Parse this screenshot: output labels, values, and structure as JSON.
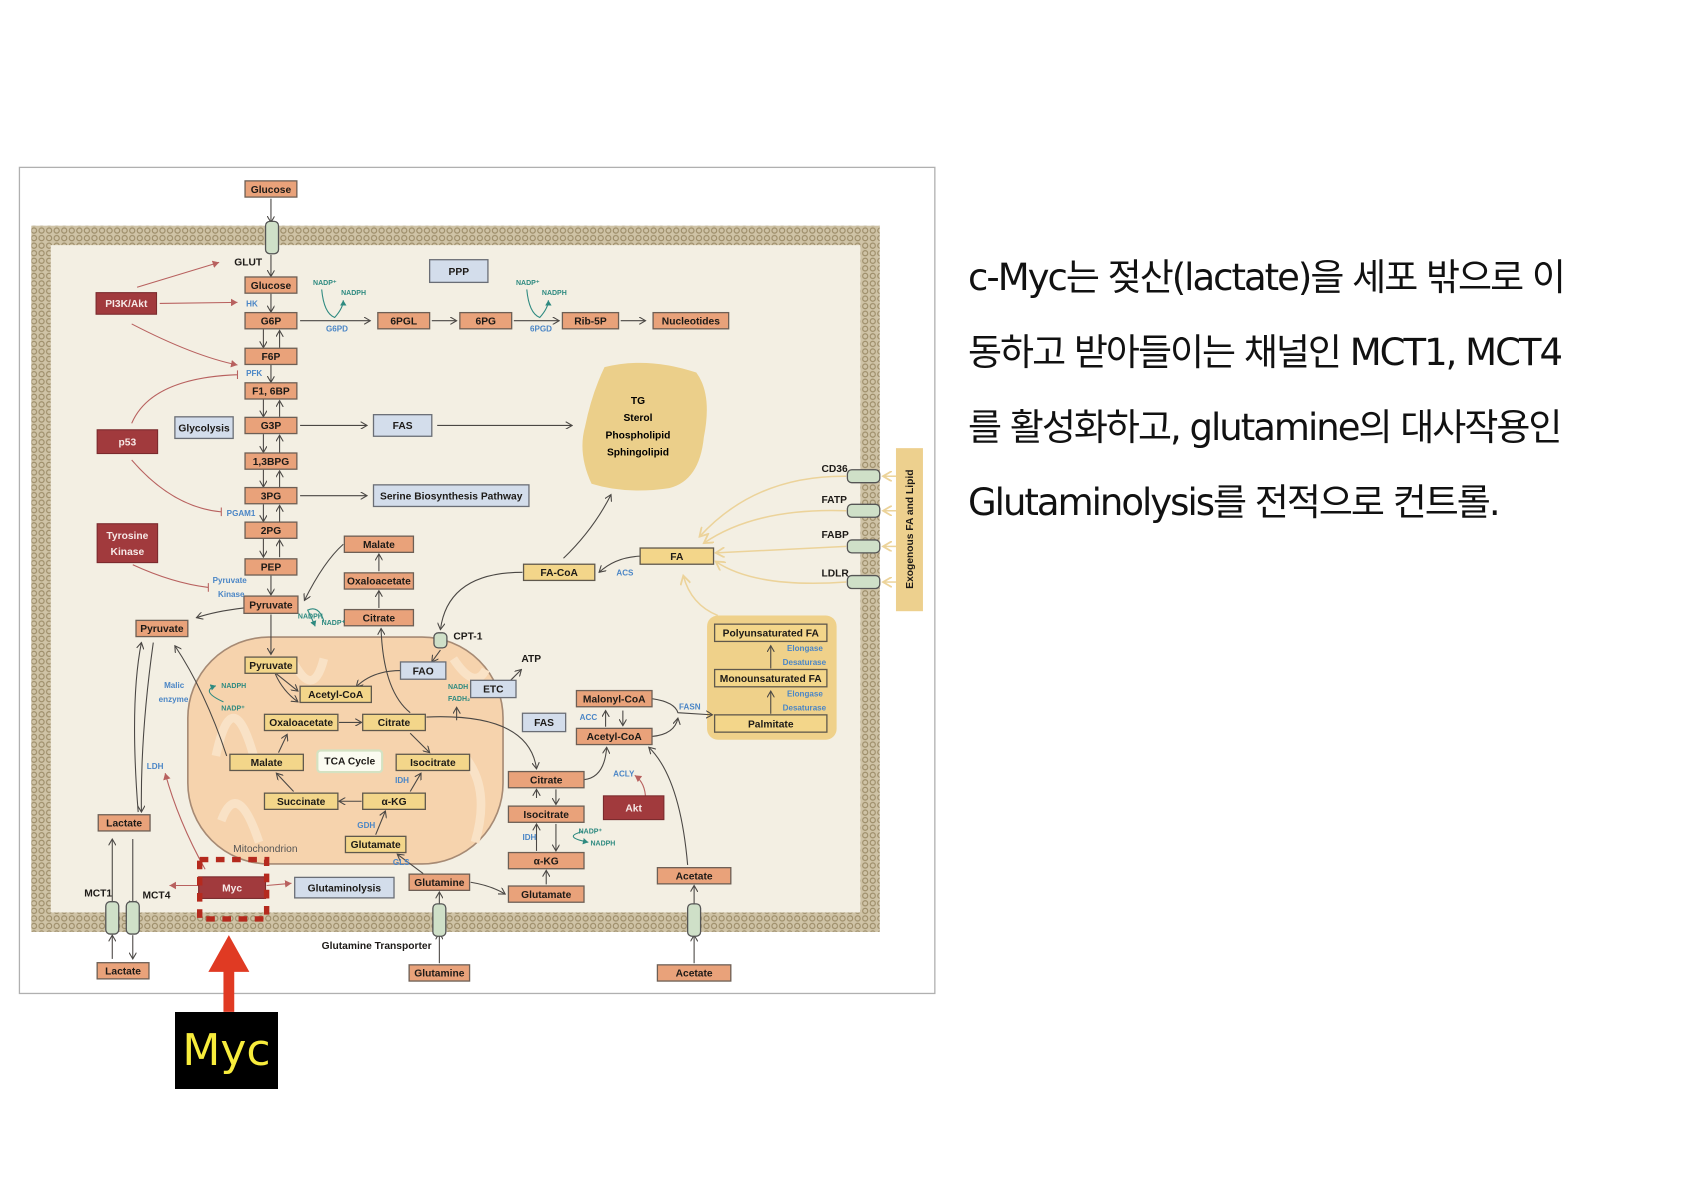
{
  "nodes": {
    "glucose_out": "Glucose",
    "glucose_in": "Glucose",
    "g6p": "G6P",
    "f6p": "F6P",
    "f16bp": "F1, 6BP",
    "g3p": "G3P",
    "bpg13": "1,3BPG",
    "pg3": "3PG",
    "pg2": "2PG",
    "pep": "PEP",
    "pyruvate_cyto": "Pyruvate",
    "pgl6": "6PGL",
    "pg6": "6PG",
    "rib5p": "Rib-5P",
    "nucleotides": "Nucleotides",
    "malate_cyto": "Malate",
    "oaa_cyto": "Oxaloacetate",
    "citrate_cyto": "Citrate",
    "pyruvate_left": "Pyruvate",
    "lactate_in": "Lactate",
    "lactate_out": "Lactate",
    "glutamine_in": "Glutamine",
    "glutamine_out": "Glutamine",
    "glutamate_cyto": "Glutamate",
    "akg_cyto": "α-KG",
    "isocitrate_cyto": "Isocitrate",
    "citrate_cyto2": "Citrate",
    "malonyl_coa": "Malonyl-CoA",
    "acetyl_coa_cyto": "Acetyl-CoA",
    "acetate_in": "Acetate",
    "acetate_out": "Acetate",
    "pyruvate_mito": "Pyruvate",
    "acetyl_coa_mito": "Acetyl-CoA",
    "oaa_mito": "Oxaloacetate",
    "citrate_mito": "Citrate",
    "malate_mito": "Malate",
    "isocitrate_mito": "Isocitrate",
    "succinate_mito": "Succinate",
    "akg_mito": "α-KG",
    "glutamate_mito": "Glutamate",
    "fa_coa": "FA-CoA",
    "fa": "FA",
    "pufa": "Polyunsaturated FA",
    "mufa": "Monounsaturated FA",
    "palmitate": "Palmitate"
  },
  "pathways": {
    "ppp": "PPP",
    "glycolysis": "Glycolysis",
    "fas": "FAS",
    "serine": "Serine Biosynthesis Pathway",
    "fao": "FAO",
    "etc": "ETC",
    "fas_right": "FAS",
    "glutaminolysis": "Glutaminolysis"
  },
  "regulators": {
    "pi3k_akt": "PI3K/Akt",
    "p53": "p53",
    "tyrosine_kinase": [
      "Tyrosine",
      "Kinase"
    ],
    "myc": "Myc",
    "akt": "Akt"
  },
  "lipids": [
    "TG",
    "Sterol",
    "Phospholipid",
    "Sphingolipid"
  ],
  "labels": {
    "glut": "GLUT",
    "cpt1": "CPT-1",
    "atp": "ATP",
    "mct1": "MCT1",
    "mct4": "MCT4",
    "glutamine_transporter": "Glutamine Transporter",
    "mitochondrion": "Mitochondrion",
    "tca_cycle": "TCA Cycle",
    "cd36": "CD36",
    "fatp": "FATP",
    "fabp": "FABP",
    "ldlr": "LDLR",
    "exogenous": "Exogenous FA and Lipid"
  },
  "enzymes": {
    "hk": "HK",
    "pfk": "PFK",
    "pgam1": "PGAM1",
    "pyruvate_kinase": [
      "Pyruvate",
      "Kinase"
    ],
    "g6pd": "G6PD",
    "pgd6": "6PGD",
    "ldh": "LDH",
    "malic_enzyme": [
      "Malic",
      "enzyme"
    ],
    "idh_mito": "IDH",
    "gdh": "GDH",
    "gls": "GLS",
    "idh_cyto": "IDH",
    "acc": "ACC",
    "fasn": "FASN",
    "acly": "ACLY",
    "acs": "ACS",
    "elongase_1": "Elongase",
    "desaturase_1": "Desaturase",
    "elongase_2": "Elongase",
    "desaturase_2": "Desaturase"
  },
  "cofactors": {
    "nadp_1": "NADP⁺",
    "nadph_1": "NADPH",
    "nadp_2": "NADP⁺",
    "nadph_2": "NADPH",
    "nadph_3": "NADPH",
    "nadp_3": "NADP⁺",
    "nadph_4": "NADPH",
    "nadp_4": "NADP⁺",
    "nadh": "NADH",
    "fadh2": "FADH₂",
    "nadp_5": "NADP⁺",
    "nadph_5": "NADPH"
  },
  "annotation": {
    "label": "Myc",
    "highlight_color": "#b52a1e",
    "arrow_color": "#e03a23"
  },
  "caption": {
    "lines": [
      "c-Myc는 젖산(lactate)을 세포 밖으로 이",
      "동하고 받아들이는 채널인 MCT1, MCT4",
      "를 활성화하고, glutamine의 대사작용인",
      "Glutaminolysis를 전적으로 컨트롤."
    ]
  }
}
